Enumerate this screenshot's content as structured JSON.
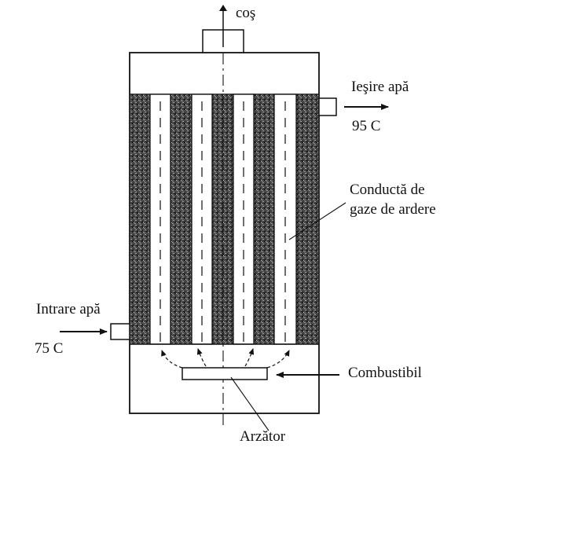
{
  "labels": {
    "chimney": "coş",
    "water_out": "Ieşire apă",
    "water_out_temp": "95 C",
    "flue_duct_line1": "Conductă de",
    "flue_duct_line2": "gaze de ardere",
    "water_in": "Intrare apă",
    "water_in_temp": "75 C",
    "fuel": "Combustibil",
    "burner": "Arzător"
  },
  "colors": {
    "ink": "#111111",
    "water_jacket": "#3a3a3a",
    "background": "#ffffff"
  }
}
